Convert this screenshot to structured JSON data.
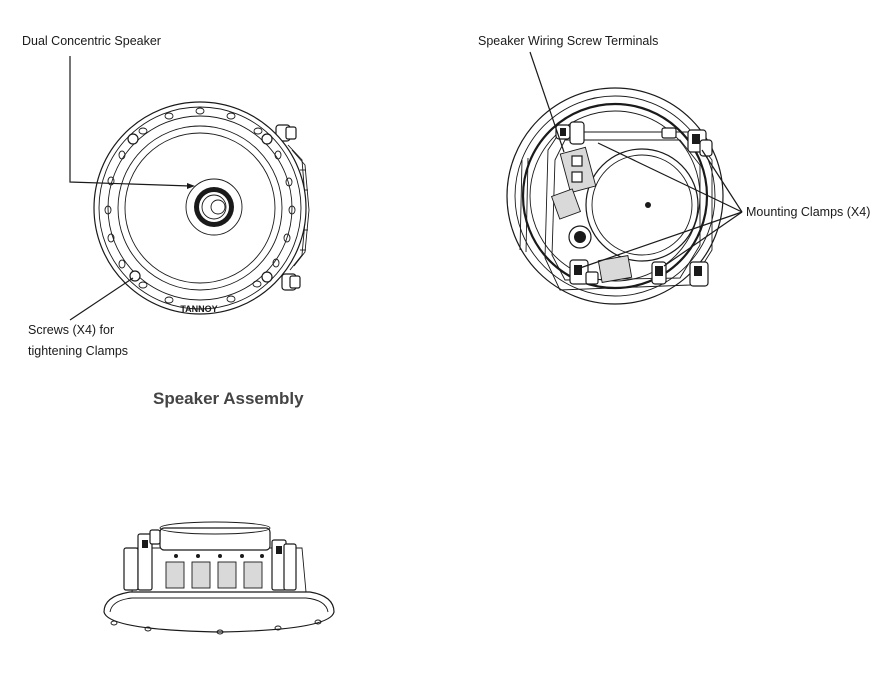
{
  "labels": {
    "dual_concentric": "Dual Concentric Speaker",
    "screws_line1": "Screws (X4) for",
    "screws_line2": "tightening Clamps",
    "caption": "Speaker Assembly",
    "wiring": "Speaker Wiring Screw Terminals",
    "clamps": "Mounting Clamps (X4)",
    "brand": "TANNOY"
  },
  "icons": {
    "front_view": "speaker-front-view-icon",
    "rear_view": "speaker-rear-view-icon",
    "side_view": "speaker-side-view-icon"
  }
}
